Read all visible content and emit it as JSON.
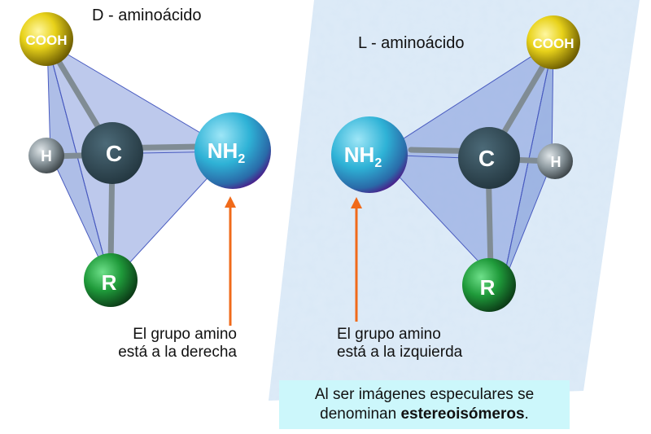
{
  "d_molecule": {
    "title": "D - aminoácido",
    "atoms": {
      "cooh": "COOH",
      "carbon": "C",
      "hydrogen": "H",
      "amino": "NH",
      "amino_sub": "2",
      "r_group": "R"
    },
    "caption_line1": "El grupo amino",
    "caption_line2": "está a la derecha"
  },
  "l_molecule": {
    "title": "L - aminoácido",
    "atoms": {
      "cooh": "COOH",
      "carbon": "C",
      "hydrogen": "H",
      "amino": "NH",
      "amino_sub": "2",
      "r_group": "R"
    },
    "caption_line1": "El grupo amino",
    "caption_line2": "está a la izquierda"
  },
  "note": {
    "line1": "Al ser imágenes especulares se",
    "line2_prefix": "denominan ",
    "line2_bold": "estereoisómeros",
    "line2_suffix": "."
  },
  "colors": {
    "cooh": "#e8d21a",
    "carbon": "#36505c",
    "hydrogen": "#8e9aa0",
    "amino": "#33b4d6",
    "r_group": "#1f9a3a",
    "arrow": "#f06a1a",
    "tetrahedron": "#6c88d4",
    "panel": "#d9e8f6",
    "note_bg": "#ccf7fb"
  }
}
